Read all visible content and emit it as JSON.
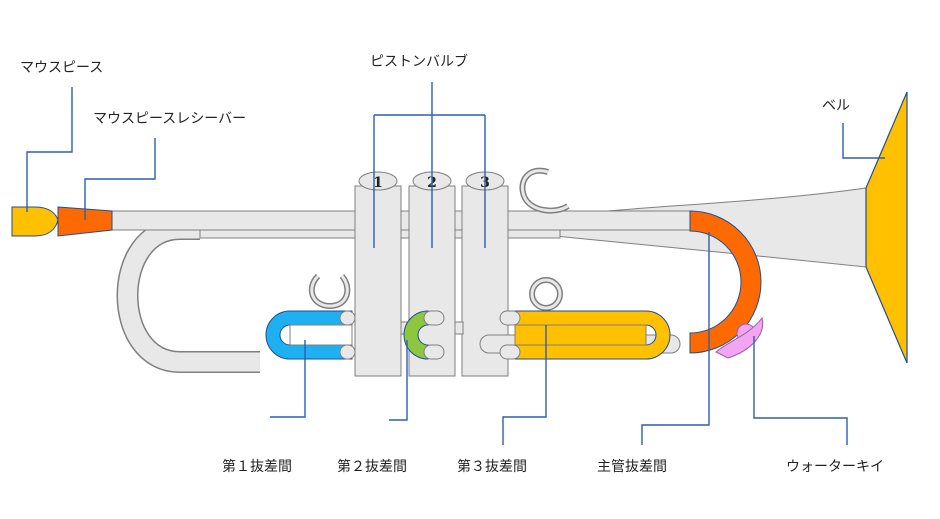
{
  "diagram": {
    "labels": {
      "mouthpiece": "マウスピース",
      "receiver": "マウスピースレシーバー",
      "valves": "ピストンバルブ",
      "bell": "ベル",
      "slide1": "第１抜差間",
      "slide2": "第２抜差間",
      "slide3": "第３抜差間",
      "main_slide": "主管抜差間",
      "water_key": "ウォーターキイ"
    },
    "valve_numbers": [
      "1",
      "2",
      "3"
    ],
    "colors": {
      "outline": "#1f4e9a",
      "tube_fill": "#e8e8e8",
      "tube_stroke": "#7f7f7f",
      "mouthpiece": "#ffc000",
      "receiver": "#ff6a00",
      "bell": "#ffc000",
      "slide1": "#1eb0f0",
      "slide2": "#8dc63f",
      "slide3": "#ffc000",
      "main_slide": "#ff6a00",
      "water_key": "#f3a6f0",
      "leader": "#2e5fb0"
    },
    "icons": [
      "finger-hook-icon",
      "finger-ring-icon"
    ]
  }
}
